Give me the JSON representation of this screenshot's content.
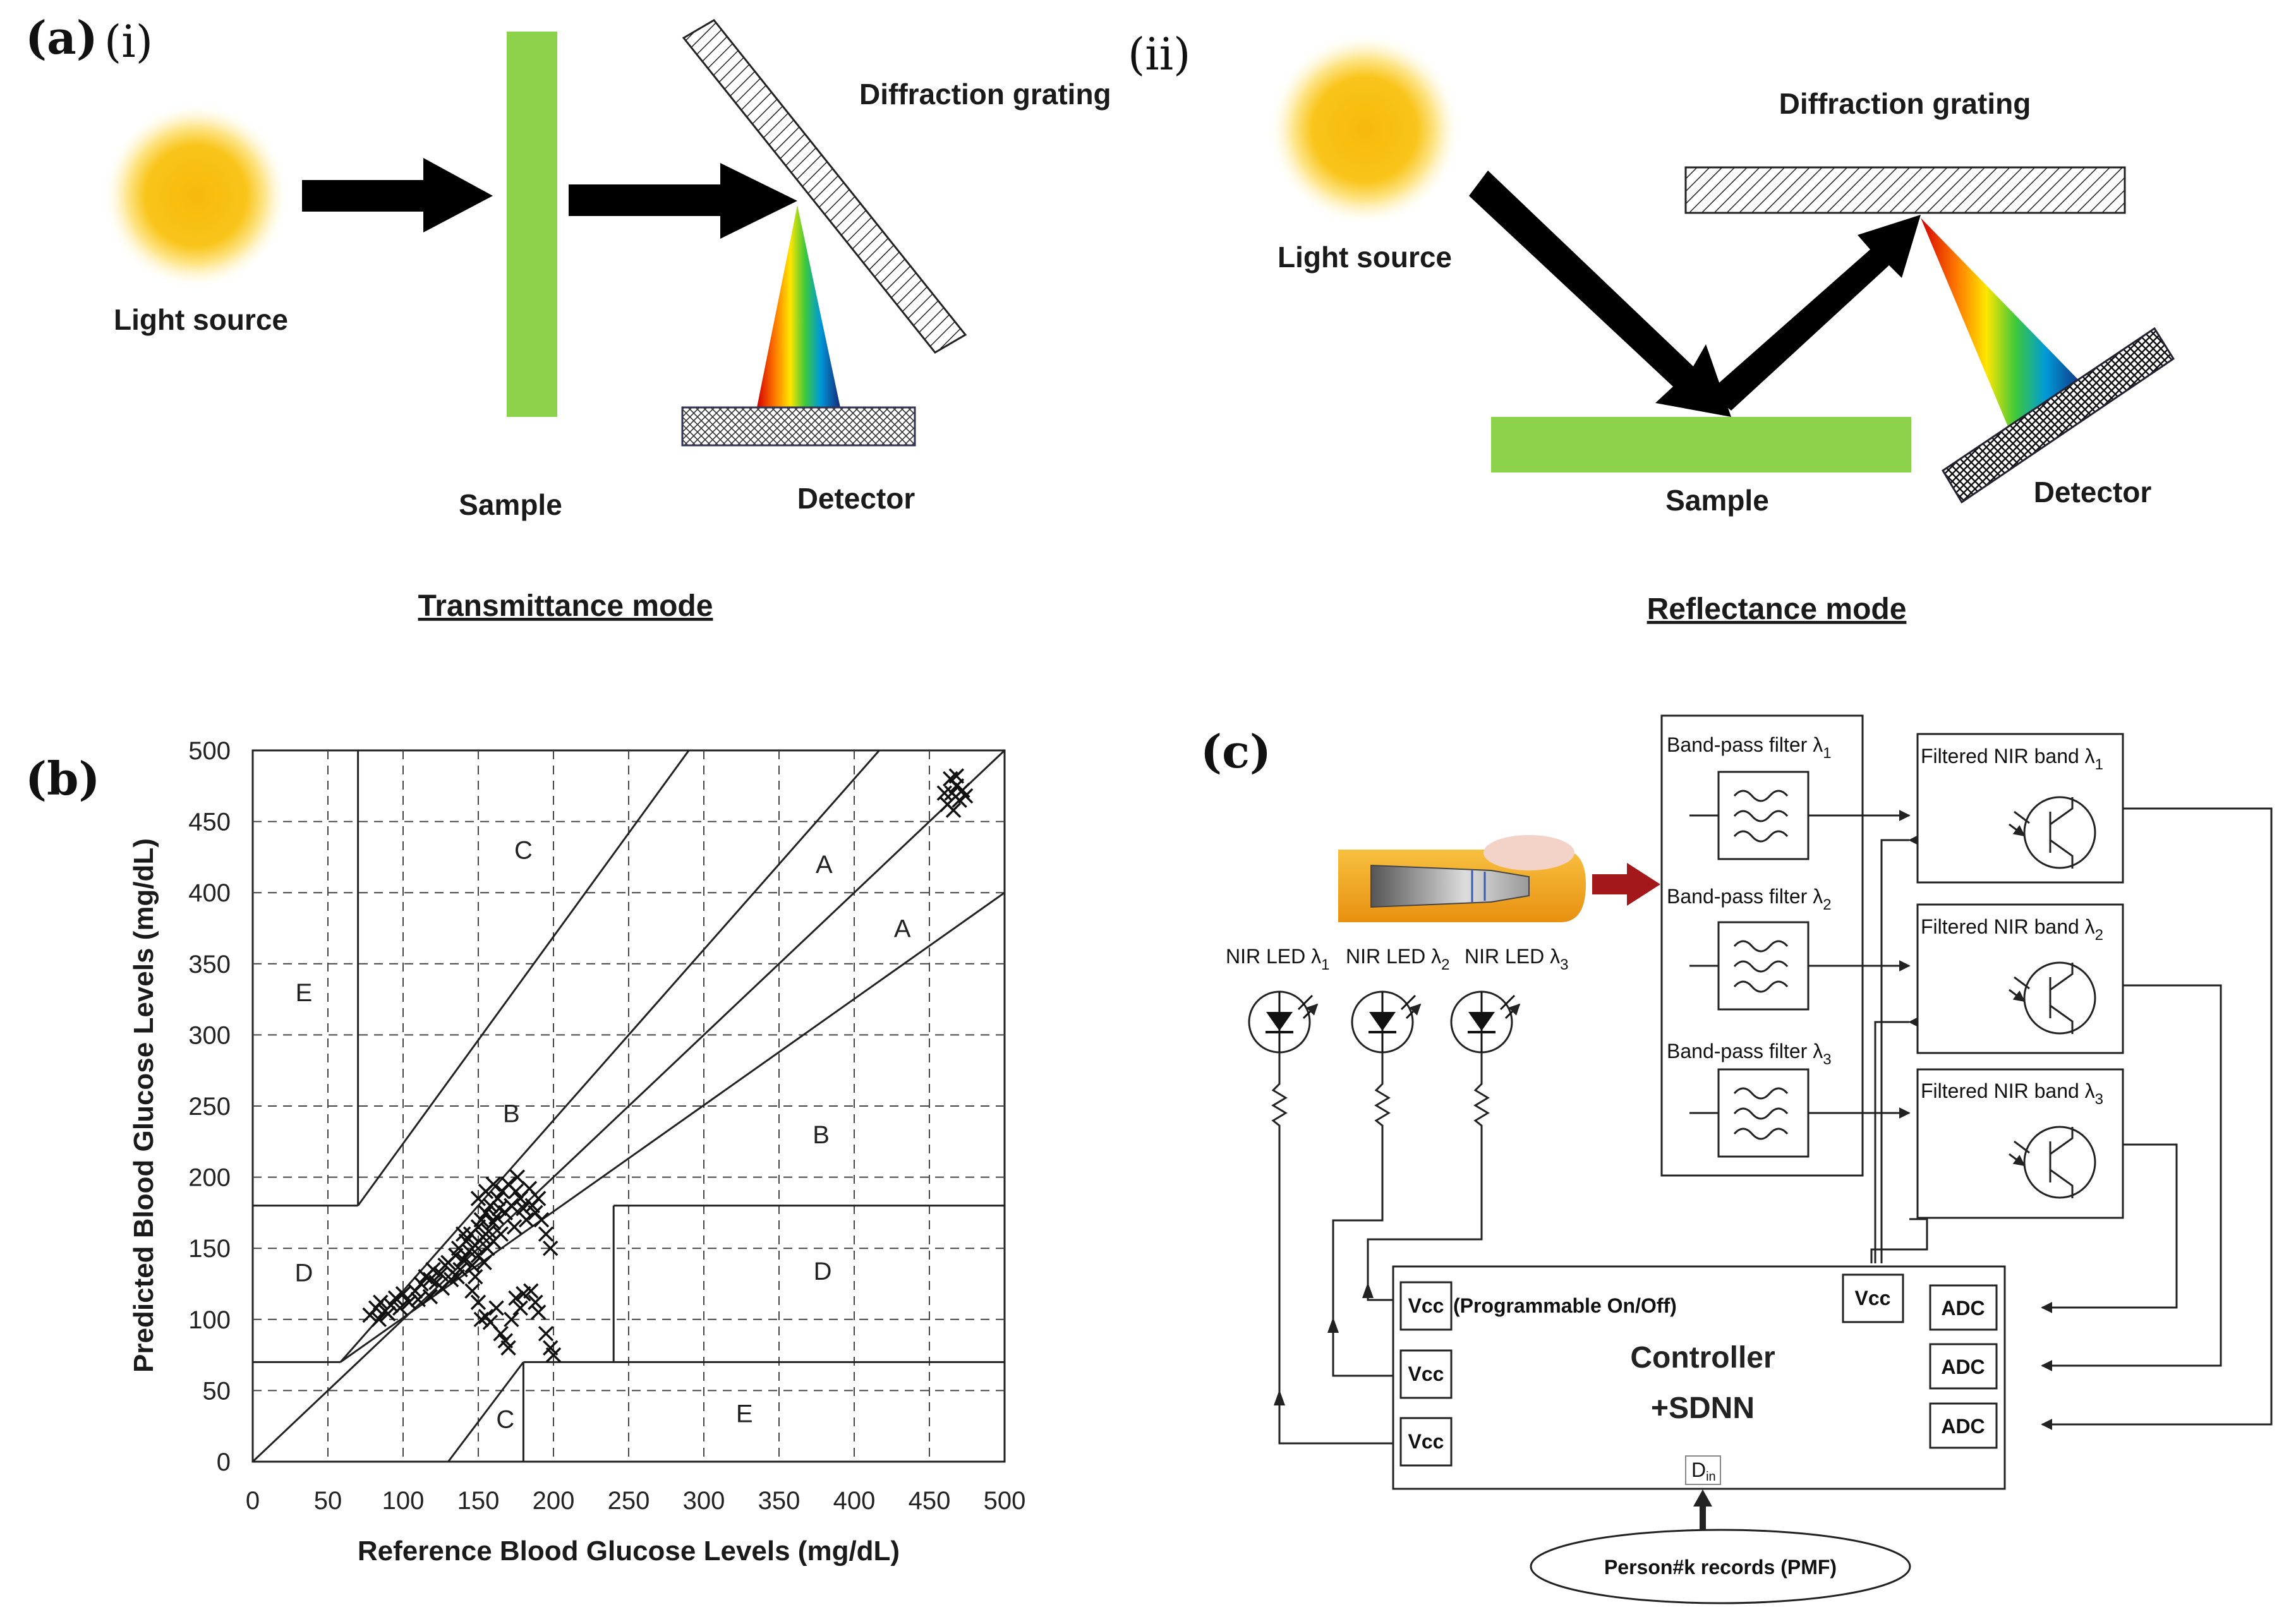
{
  "panel_a": {
    "letter": "(a)",
    "sub_i": "(i)",
    "sub_ii": "(ii)",
    "transmittance": {
      "light_source": "Light source",
      "sample": "Sample",
      "grating": "Diffraction grating",
      "detector": "Detector",
      "caption": "Transmittance mode"
    },
    "reflectance": {
      "light_source": "Light source",
      "sample": "Sample",
      "grating": "Diffraction grating",
      "detector": "Detector",
      "caption": "Reflectance mode"
    },
    "colors": {
      "sun": "#f9c51a",
      "sample": "#8cd24a",
      "arrow": "#000000"
    }
  },
  "panel_b": {
    "letter": "(b)",
    "chart_data": {
      "type": "scatter",
      "xlabel": "Reference Blood Glucose Levels (mg/dL)",
      "ylabel": "Predicted Blood Glucose Levels (mg/dL)",
      "xlim": [
        0,
        500
      ],
      "ylim": [
        0,
        500
      ],
      "x_ticks": [
        "0",
        "50",
        "100",
        "150",
        "200",
        "250",
        "300",
        "350",
        "400",
        "450",
        "500"
      ],
      "y_ticks": [
        "0",
        "50",
        "100",
        "150",
        "200",
        "250",
        "300",
        "350",
        "400",
        "450",
        "500"
      ],
      "grid": true,
      "marker": "x",
      "zone_labels": [
        {
          "text": "A",
          "x": 380,
          "y": 420
        },
        {
          "text": "A",
          "x": 432,
          "y": 375
        },
        {
          "text": "B",
          "x": 172,
          "y": 245
        },
        {
          "text": "B",
          "x": 378,
          "y": 230
        },
        {
          "text": "C",
          "x": 180,
          "y": 430
        },
        {
          "text": "C",
          "x": 168,
          "y": 30
        },
        {
          "text": "D",
          "x": 34,
          "y": 133
        },
        {
          "text": "D",
          "x": 379,
          "y": 134
        },
        {
          "text": "E",
          "x": 34,
          "y": 330
        },
        {
          "text": "E",
          "x": 327,
          "y": 34
        }
      ],
      "points": [
        [
          78,
          103
        ],
        [
          82,
          108
        ],
        [
          85,
          112
        ],
        [
          88,
          106
        ],
        [
          92,
          110
        ],
        [
          95,
          115
        ],
        [
          100,
          118
        ],
        [
          104,
          112
        ],
        [
          108,
          120
        ],
        [
          112,
          125
        ],
        [
          115,
          130
        ],
        [
          118,
          128
        ],
        [
          120,
          135
        ],
        [
          122,
          126
        ],
        [
          125,
          132
        ],
        [
          128,
          138
        ],
        [
          130,
          140
        ],
        [
          132,
          128
        ],
        [
          135,
          145
        ],
        [
          137,
          150
        ],
        [
          138,
          135
        ],
        [
          140,
          142
        ],
        [
          142,
          155
        ],
        [
          144,
          148
        ],
        [
          145,
          160
        ],
        [
          146,
          138
        ],
        [
          148,
          152
        ],
        [
          150,
          165
        ],
        [
          150,
          145
        ],
        [
          152,
          170
        ],
        [
          153,
          158
        ],
        [
          154,
          140
        ],
        [
          155,
          175
        ],
        [
          156,
          150
        ],
        [
          157,
          162
        ],
        [
          158,
          180
        ],
        [
          160,
          155
        ],
        [
          160,
          168
        ],
        [
          162,
          172
        ],
        [
          163,
          185
        ],
        [
          165,
          160
        ],
        [
          166,
          190
        ],
        [
          168,
          175
        ],
        [
          170,
          195
        ],
        [
          172,
          180
        ],
        [
          174,
          165
        ],
        [
          175,
          190
        ],
        [
          176,
          200
        ],
        [
          178,
          185
        ],
        [
          180,
          178
        ],
        [
          182,
          170
        ],
        [
          184,
          192
        ],
        [
          186,
          180
        ],
        [
          188,
          175
        ],
        [
          190,
          185
        ],
        [
          192,
          170
        ],
        [
          195,
          160
        ],
        [
          198,
          150
        ],
        [
          148,
          130
        ],
        [
          146,
          120
        ],
        [
          150,
          112
        ],
        [
          152,
          100
        ],
        [
          155,
          102
        ],
        [
          158,
          98
        ],
        [
          162,
          108
        ],
        [
          165,
          90
        ],
        [
          168,
          85
        ],
        [
          172,
          100
        ],
        [
          175,
          115
        ],
        [
          178,
          108
        ],
        [
          180,
          118
        ],
        [
          185,
          120
        ],
        [
          188,
          112
        ],
        [
          190,
          105
        ],
        [
          195,
          90
        ],
        [
          198,
          80
        ],
        [
          200,
          75
        ],
        [
          170,
          80
        ],
        [
          136,
          130
        ],
        [
          126,
          122
        ],
        [
          118,
          116
        ],
        [
          110,
          114
        ],
        [
          98,
          108
        ],
        [
          90,
          104
        ],
        [
          84,
          100
        ],
        [
          140,
          160
        ],
        [
          150,
          185
        ],
        [
          155,
          190
        ],
        [
          160,
          195
        ],
        [
          164,
          178
        ],
        [
          462,
          462
        ],
        [
          465,
          470
        ],
        [
          468,
          475
        ],
        [
          470,
          465
        ],
        [
          464,
          480
        ],
        [
          472,
          472
        ],
        [
          466,
          458
        ],
        [
          474,
          468
        ],
        [
          460,
          470
        ],
        [
          468,
          482
        ]
      ]
    }
  },
  "panel_c": {
    "letter": "(c)",
    "leds": [
      {
        "label": "NIR LED λ",
        "sub": "1"
      },
      {
        "label": "NIR LED λ",
        "sub": "2"
      },
      {
        "label": "NIR LED λ",
        "sub": "3"
      }
    ],
    "filters": [
      {
        "label": "Band-pass filter λ",
        "sub": "1"
      },
      {
        "label": "Band-pass filter λ",
        "sub": "2"
      },
      {
        "label": "Band-pass filter λ",
        "sub": "3"
      }
    ],
    "bands": [
      {
        "label": "Filtered NIR band λ",
        "sub": "1"
      },
      {
        "label": "Filtered NIR band λ",
        "sub": "2"
      },
      {
        "label": "Filtered NIR band λ",
        "sub": "3"
      }
    ],
    "vcc": "Vcc",
    "programmable": "(Programmable On/Off)",
    "adc": "ADC",
    "controller_line1": "Controller",
    "controller_line2": "+SDNN",
    "din": "D",
    "din_sub": "in",
    "records": "Person#k records (PMF)",
    "colors": {
      "arrow_red": "#a3191b",
      "finger": "#f0a830"
    }
  }
}
